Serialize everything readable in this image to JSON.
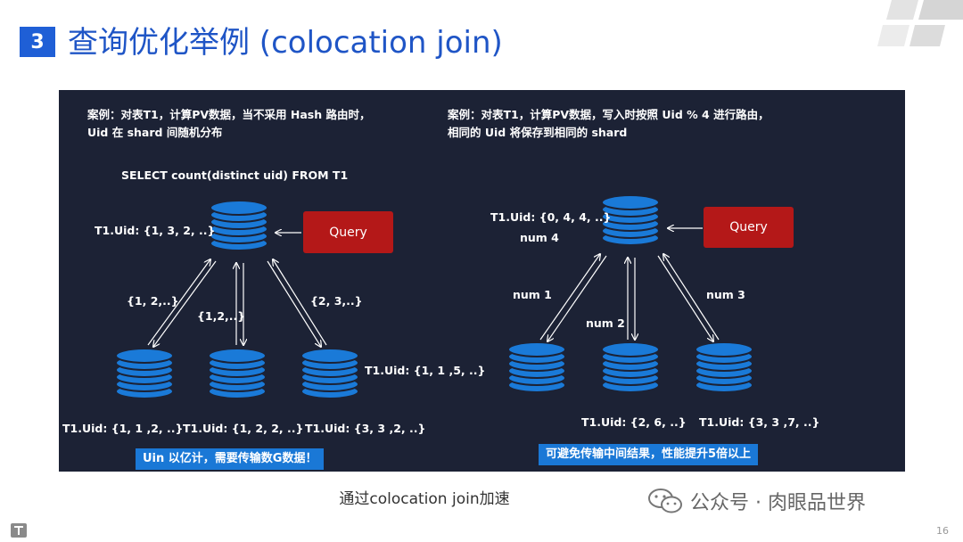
{
  "slide": {
    "number": "3",
    "title": "查询优化举例 (colocation join)",
    "caption": "通过colocation join加速",
    "page_number": "16",
    "watermark": "公众号 · 肉眼品世界"
  },
  "left": {
    "desc_line1": "案例：对表T1，计算PV数据，当不采用 Hash 路由时，",
    "desc_line2": "Uid 在 shard 间随机分布",
    "sql": "SELECT count(distinct uid) FROM T1",
    "query_label": "Query",
    "top_node_label": "T1.Uid: {1, 3, 2, ..}",
    "edge_left": "{1, 2,..}",
    "edge_middle": "{1,2,..}",
    "edge_right": "{2, 3,..}",
    "shard_right_label": "T1.Uid: {1, 1 ,5, ..}",
    "shard1_label": "T1.Uid: {1, 1 ,2, ..}",
    "shard2_label": "T1.Uid: {1, 2, 2, ..}",
    "shard3_label": "T1.Uid: {3, 3 ,2, ..}",
    "note": "Uin 以亿计，需要传输数G数据！"
  },
  "right": {
    "desc_line1": "案例：对表T1，计算PV数据，写入时按照 Uid % 4 进行路由，",
    "desc_line2": "相同的 Uid 将保存到相同的 shard",
    "query_label": "Query",
    "top_node_label": "T1.Uid: {0, 4, 4, ..}",
    "top_node_count": "num 4",
    "edge_left": "num 1",
    "edge_middle": "num 2",
    "edge_right": "num 3",
    "shard2_label": "T1.Uid: {2,  6, ..}",
    "shard3_label": "T1.Uid: {3, 3 ,7, ..}",
    "note": "可避免传输中间结果，性能提升5倍以上"
  },
  "colors": {
    "accent": "#1f5fd6",
    "panel_bg": "#1c2235",
    "db_fill": "#1a7ad8",
    "query_fill": "#b41818"
  }
}
